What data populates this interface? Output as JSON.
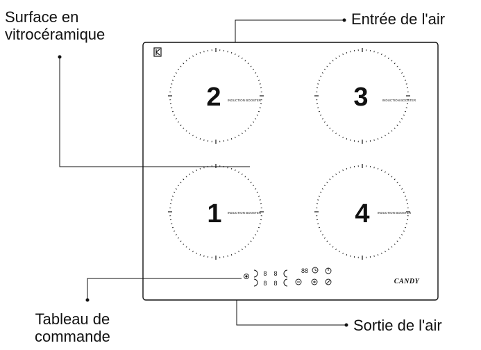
{
  "callouts": {
    "surface": {
      "line1": "Surface en",
      "line2": "vitrocéramique"
    },
    "air_in": "Entrée de l'air",
    "control": {
      "line1": "Tableau de",
      "line2": "commande"
    },
    "air_out": "Sortie de l'air"
  },
  "zones": [
    {
      "number": "2",
      "label": "INDUCTION BOOSTER"
    },
    {
      "number": "3",
      "label": "INDUCTION BOOSTER"
    },
    {
      "number": "1",
      "label": "INDUCTION BOOSTER"
    },
    {
      "number": "4",
      "label": "INDUCTION BOOSTER"
    }
  ],
  "brand": "CANDY",
  "controls": {
    "digit_glyph": "8",
    "dual_digit_glyph": "88",
    "power_glyph": "⏻",
    "timer_glyph": "◷"
  },
  "colors": {
    "line": "#111111",
    "background": "#ffffff"
  }
}
